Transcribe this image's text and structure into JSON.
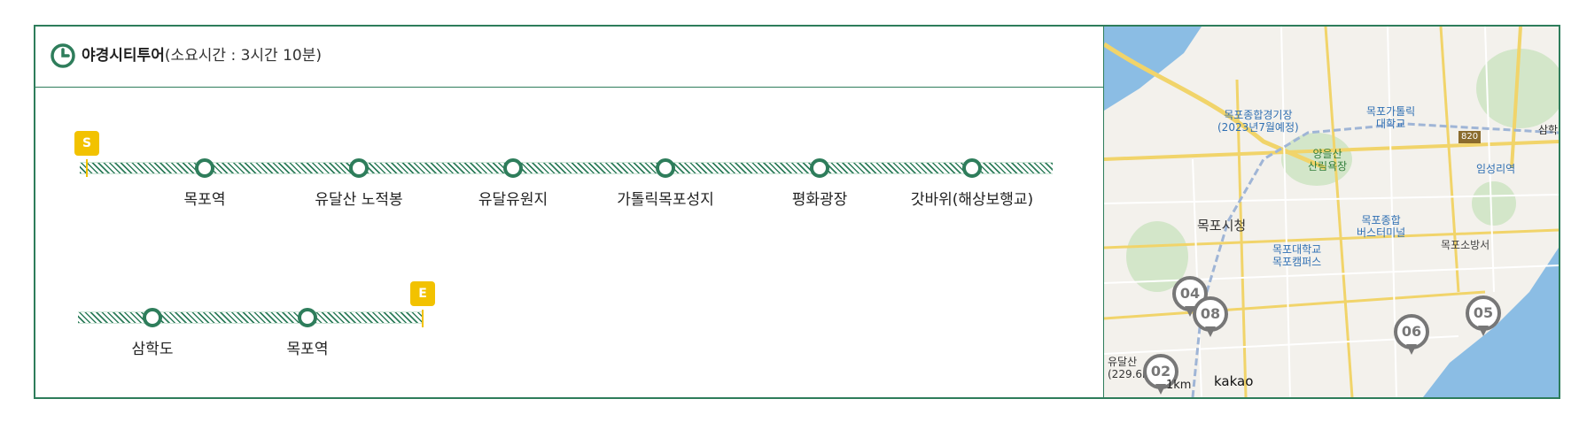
{
  "header": {
    "title": "야경시티투어",
    "subtitle": "(소요시간 : 3시간 10분)",
    "icon": "clock-icon"
  },
  "route": {
    "start_flag": "S",
    "end_flag": "E",
    "row1_stops": [
      {
        "label": "목포역"
      },
      {
        "label": "유달산 노적봉"
      },
      {
        "label": "유달유원지"
      },
      {
        "label": "가톨릭목포성지"
      },
      {
        "label": "평화광장"
      },
      {
        "label": "갓바위(해상보행교)"
      }
    ],
    "row2_stops": [
      {
        "label": "삼학도"
      },
      {
        "label": "목포역"
      }
    ]
  },
  "map": {
    "labels": {
      "stadium": "목포종합경기장",
      "stadium_note": "(2023년7월예정)",
      "catholic_univ": "목포가톨릭",
      "catholic_univ2": "대학교",
      "mountain": "양을산",
      "mountain2": "산림욕장",
      "city_hall": "목포시청",
      "mnu": "목포대학교",
      "mnu2": "목포캠퍼스",
      "terminal": "목포종합",
      "terminal2": "버스터미널",
      "fire": "목포소방서",
      "station": "임성리역",
      "samhak": "삼학",
      "road": "820",
      "yudal": "유달산",
      "elevation": "(229.6m)"
    },
    "markers": [
      "04",
      "08",
      "06",
      "05",
      "02"
    ],
    "scale": "1km",
    "brand": "kakao"
  },
  "colors": {
    "accent": "#2e7d5b",
    "flag": "#f2c200",
    "marker": "#777777",
    "sea": "#8bbde4"
  }
}
